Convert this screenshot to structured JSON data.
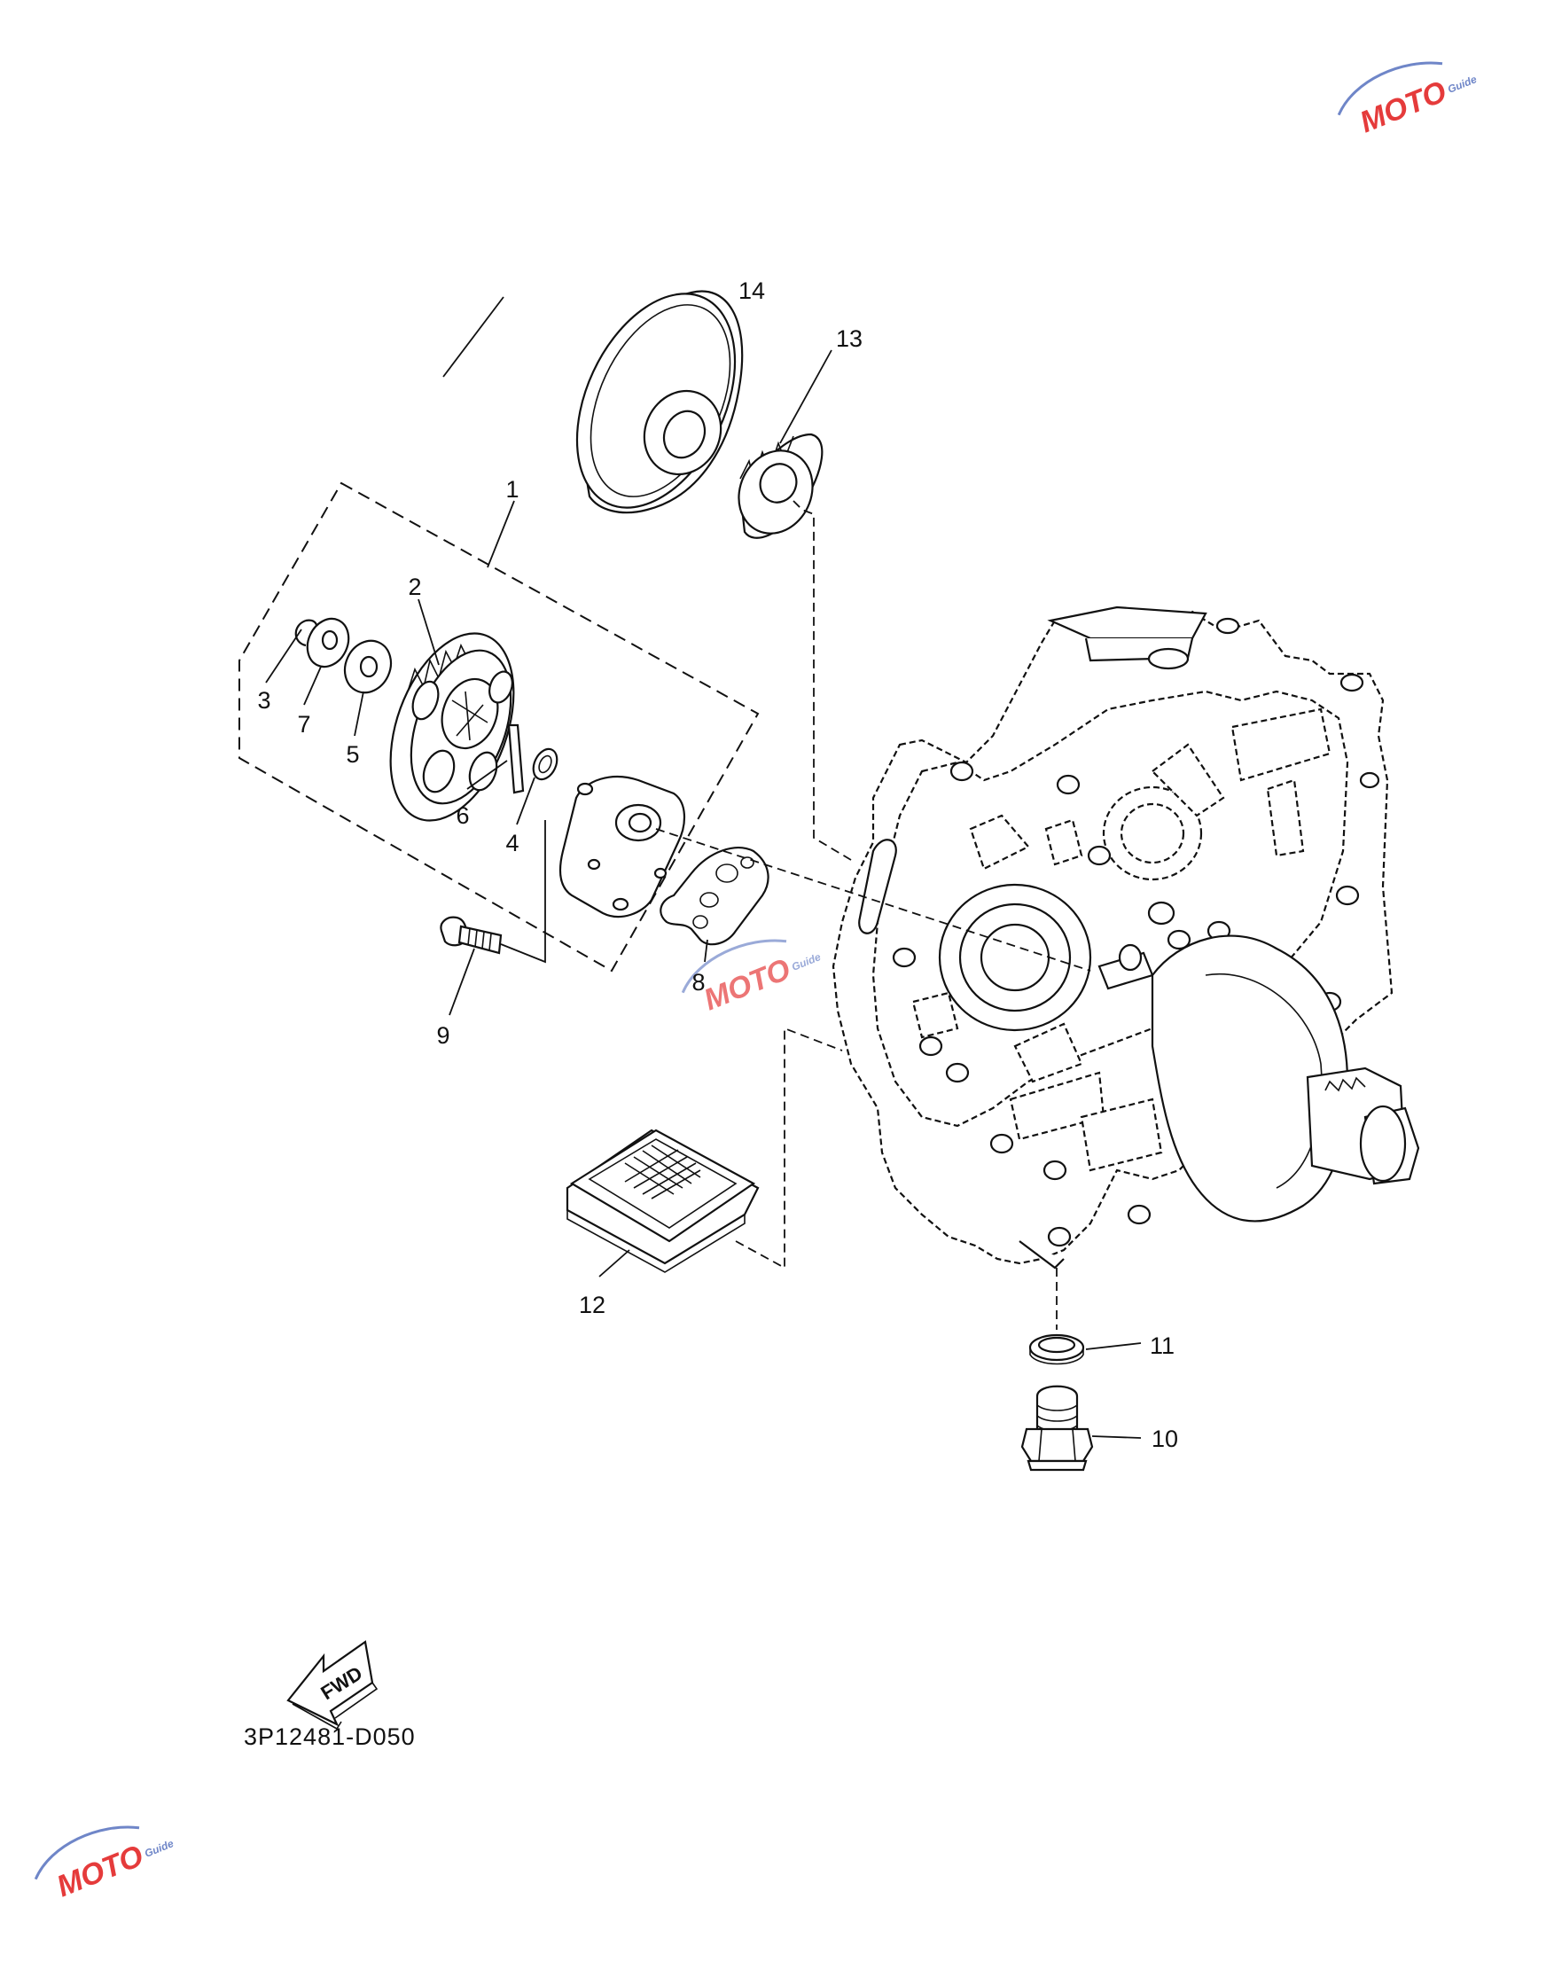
{
  "diagram": {
    "callouts": [
      {
        "id": "1",
        "label": "1"
      },
      {
        "id": "2",
        "label": "2"
      },
      {
        "id": "3",
        "label": "3"
      },
      {
        "id": "4",
        "label": "4"
      },
      {
        "id": "5",
        "label": "5"
      },
      {
        "id": "6",
        "label": "6"
      },
      {
        "id": "7",
        "label": "7"
      },
      {
        "id": "8",
        "label": "8"
      },
      {
        "id": "9",
        "label": "9"
      },
      {
        "id": "10",
        "label": "10"
      },
      {
        "id": "11",
        "label": "11"
      },
      {
        "id": "12",
        "label": "12"
      },
      {
        "id": "13",
        "label": "13"
      },
      {
        "id": "14",
        "label": "14"
      }
    ],
    "fwd_label": "FWD",
    "figure_code": "3P12481-D050"
  },
  "watermarks": [
    {
      "text": "MOTO",
      "sub": "Guide"
    }
  ],
  "colors": {
    "line": "#111111",
    "watermark_red": "#e53b3b",
    "watermark_blue": "#6f86c8"
  }
}
